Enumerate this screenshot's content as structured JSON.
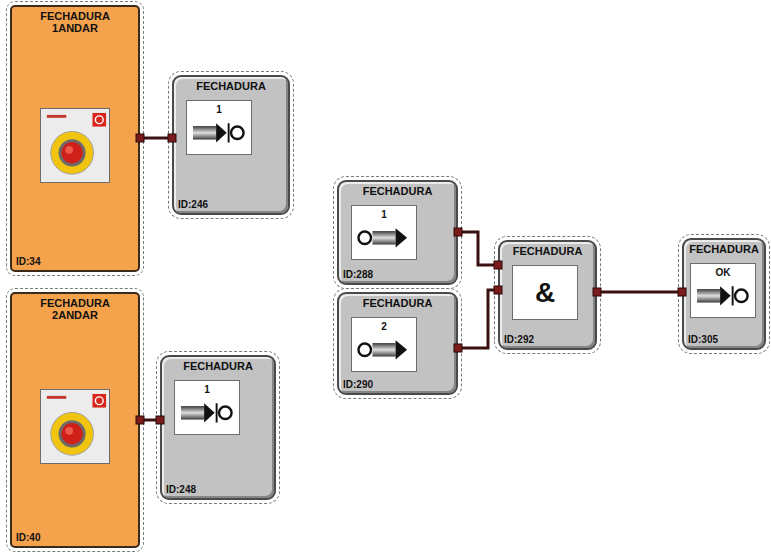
{
  "diagram": {
    "nodes": [
      {
        "text": [
          "FECHADURA 1ANDAR",
          "ID:34"
        ]
      },
      {
        "text": [
          "FECHADURA",
          "1",
          "ID:246"
        ]
      },
      {
        "text": [
          "FECHADURA 2ANDAR",
          "ID:40"
        ]
      },
      {
        "text": [
          "FECHADURA",
          "1",
          "ID:248"
        ]
      },
      {
        "text": [
          "FECHADURA",
          "1",
          "ID:288"
        ]
      },
      {
        "text": [
          "FECHADURA",
          "2",
          "ID:290"
        ]
      },
      {
        "text": [
          "FECHADURA",
          "&",
          "ID:292"
        ]
      },
      {
        "text": [
          "FECHADURA",
          "OK",
          "ID:305"
        ]
      }
    ],
    "edges": [
      {
        "from": 0,
        "to": 1,
        "arrow": "none"
      },
      {
        "from": 2,
        "to": 3,
        "arrow": "none"
      },
      {
        "from": 4,
        "to": 6,
        "arrow": "none"
      },
      {
        "from": 5,
        "to": 6,
        "arrow": "none"
      },
      {
        "from": 6,
        "to": 7,
        "arrow": "none"
      }
    ]
  }
}
